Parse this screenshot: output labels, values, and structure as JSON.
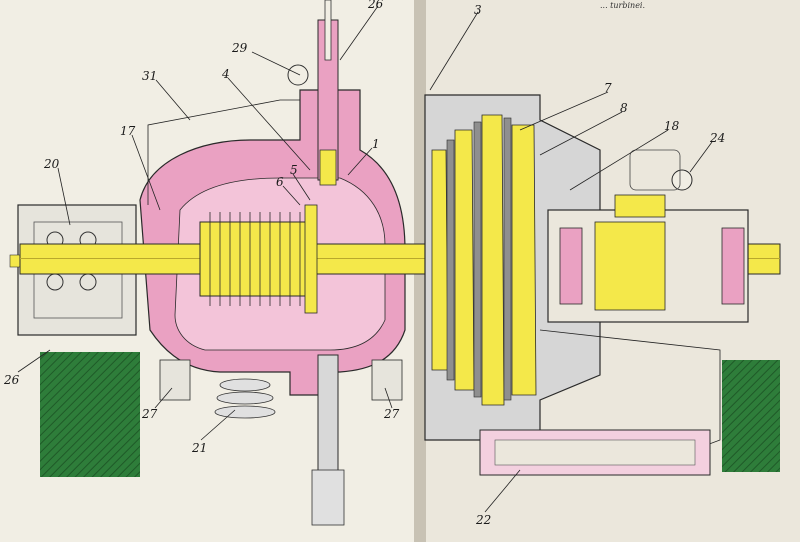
{
  "caption": "... turbinei.",
  "labels": [
    {
      "id": "l26top",
      "text": "26"
    },
    {
      "id": "l3",
      "text": "3"
    },
    {
      "id": "l29",
      "text": "29"
    },
    {
      "id": "l31",
      "text": "31"
    },
    {
      "id": "l4",
      "text": "4"
    },
    {
      "id": "l7",
      "text": "7"
    },
    {
      "id": "l8",
      "text": "8"
    },
    {
      "id": "l18",
      "text": "18"
    },
    {
      "id": "l24",
      "text": "24"
    },
    {
      "id": "l17",
      "text": "17"
    },
    {
      "id": "l1",
      "text": "1"
    },
    {
      "id": "l6",
      "text": "6"
    },
    {
      "id": "l5",
      "text": "5"
    },
    {
      "id": "l20",
      "text": "20"
    },
    {
      "id": "l26left",
      "text": "26"
    },
    {
      "id": "l27a",
      "text": "27"
    },
    {
      "id": "l27b",
      "text": "27"
    },
    {
      "id": "l21",
      "text": "21"
    },
    {
      "id": "l22",
      "text": "22"
    }
  ],
  "colors": {
    "paper": "#f1eee4",
    "pink": "#eaa1c2",
    "yellow": "#f4e84a",
    "green": "#2e7d3a",
    "gray": "#9a9a9a",
    "line": "#2a2a2a"
  }
}
